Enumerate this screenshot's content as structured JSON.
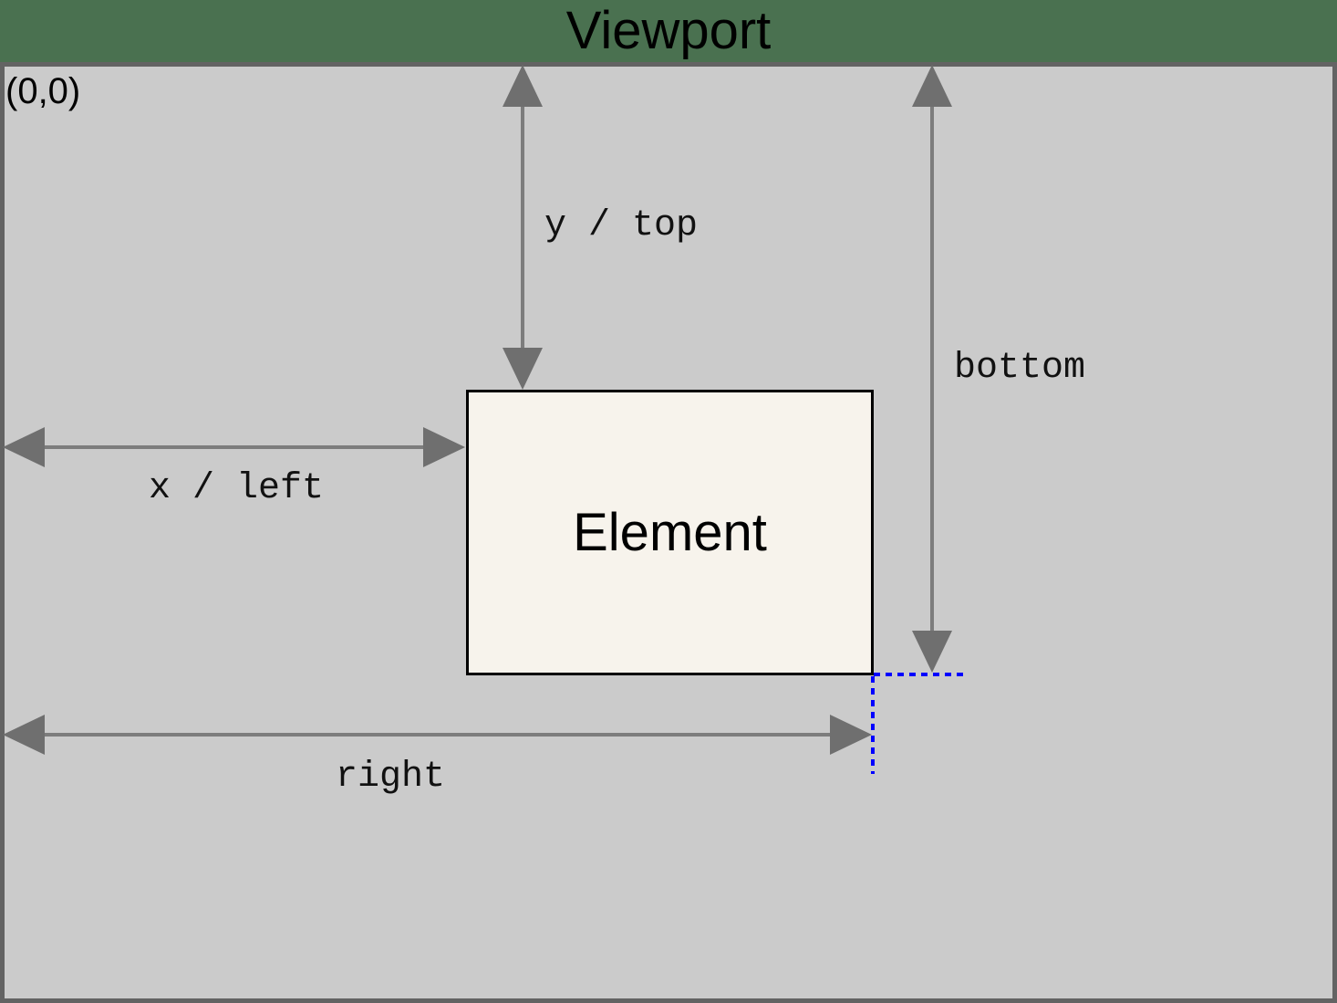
{
  "title": "Viewport",
  "origin_label": "(0,0)",
  "element_label": "Element",
  "labels": {
    "y_top": "y / top",
    "x_left": "x / left",
    "bottom": "bottom",
    "right": "right"
  },
  "colors": {
    "page_background": "#4a7150",
    "viewport_fill": "#cbcbcb",
    "viewport_border": "#636363",
    "element_fill": "#f7f3ec",
    "element_border": "#000000",
    "arrow_line": "#7d7d7d",
    "arrow_head": "#6f6f6f",
    "guide_line": "#0000ff",
    "text": "#111111"
  }
}
